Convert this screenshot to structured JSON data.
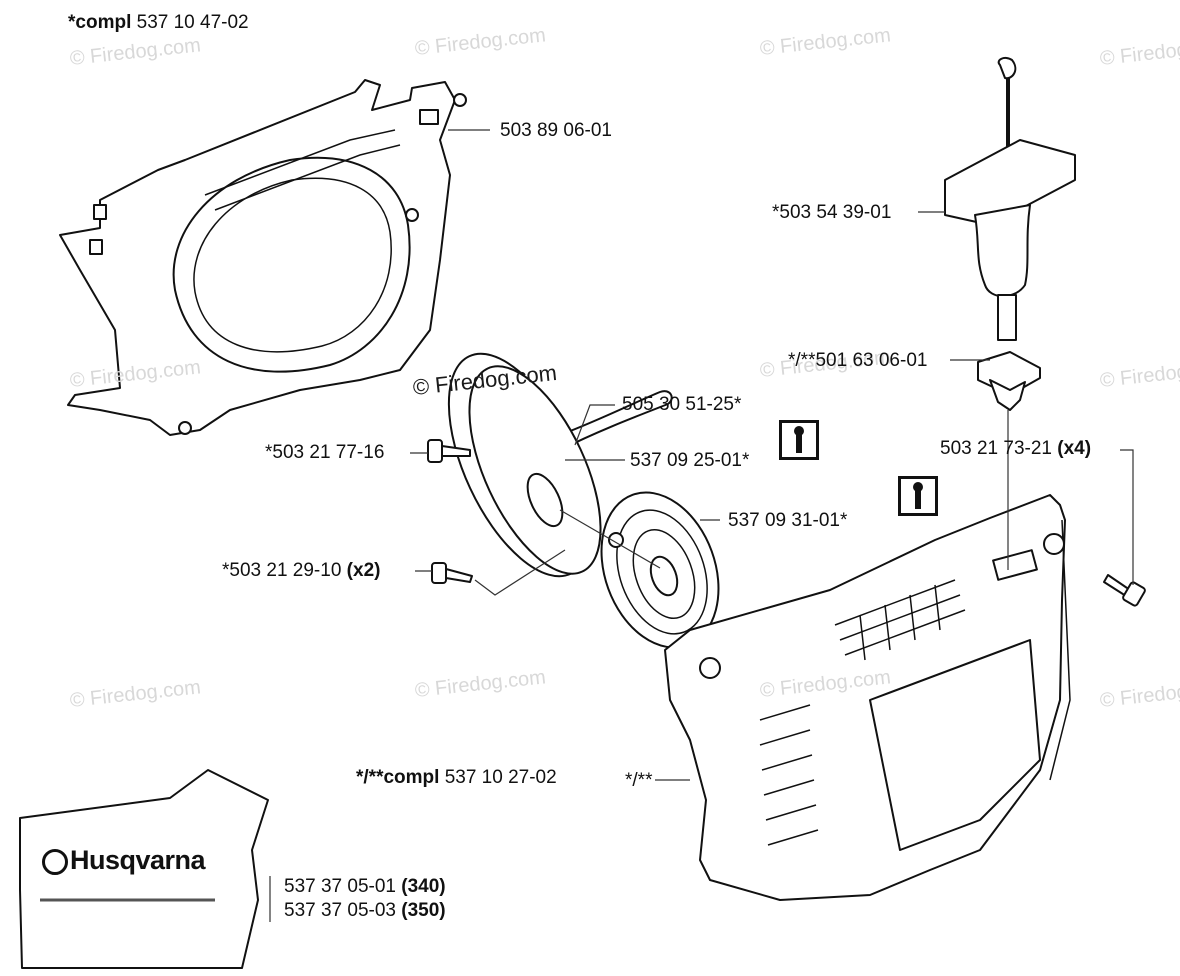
{
  "header_label": {
    "prefix": "*compl",
    "number": "537 10 47-02"
  },
  "watermark": "© Firedog.com",
  "watermark_center": "© Firedog.com",
  "labels": {
    "crankcase": "503 89 06-01",
    "handle": "*503 54 39-01",
    "bushing": "*/**501 63 06-01",
    "rope": "505 30 51-25*",
    "screw_pulley": "*503 21 77-16",
    "pulley": "537 09 25-01*",
    "spring": "537 09 31-01*",
    "screw_cover": {
      "number": "503 21 73-21",
      "qty": "(x4)"
    },
    "screw_spring": {
      "number": "*503 21 29-10",
      "qty": "(x2)"
    },
    "starter_cover": {
      "prefix": "*/**compl",
      "number": "537 10 27-02"
    },
    "starter_cover_tag": "*/**",
    "decal_340": {
      "number": "537 37 05-01",
      "model": "(340)"
    },
    "decal_350": {
      "number": "537 37 05-03",
      "model": "(350)"
    }
  },
  "decal_brand": "Husqvarna",
  "icons": [
    "wrench-tool-icon",
    "wrench-tool-icon"
  ]
}
